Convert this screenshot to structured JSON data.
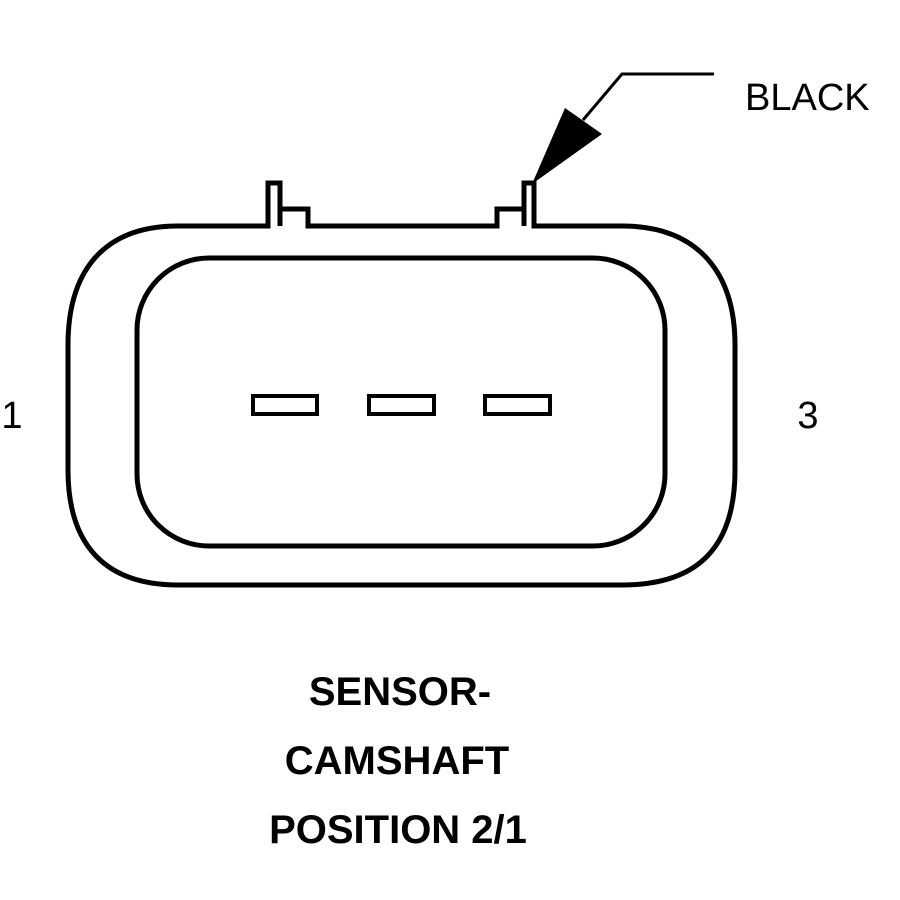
{
  "connector": {
    "pin_left_label": "1",
    "pin_right_label": "3",
    "wire_color_label": "BLACK",
    "stroke_color": "#000000",
    "background_color": "#ffffff"
  },
  "title": {
    "line1": "SENSOR-",
    "line2": "CAMSHAFT",
    "line3": "POSITION 2/1"
  }
}
